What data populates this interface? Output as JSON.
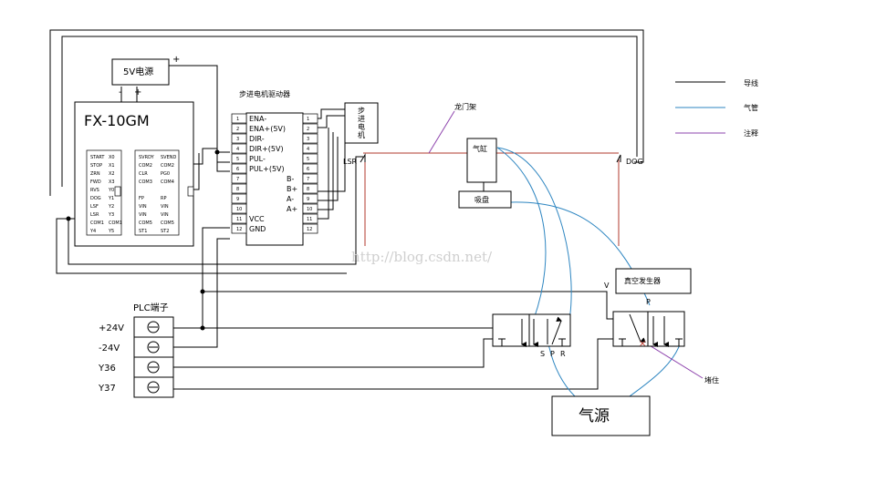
{
  "legend": {
    "wire": "导线",
    "air_pipe": "气管",
    "annotation": "注释",
    "colors": {
      "wire": "#000000",
      "air_pipe": "#2e86c1",
      "annotation": "#8e44ad",
      "gantry": "#b03a2e"
    }
  },
  "power_supply": {
    "label": "5V电源",
    "plus": "+",
    "minus": "-",
    "plus2": "+"
  },
  "plc": {
    "title": "FX-10GM",
    "left_pins": [
      [
        "START",
        "X0"
      ],
      [
        "STOP",
        "X1"
      ],
      [
        "ZRN",
        "X2"
      ],
      [
        "FWD",
        "X3"
      ],
      [
        "RVS",
        "Y0"
      ],
      [
        "DOG",
        "Y1"
      ],
      [
        "LSF",
        "Y2"
      ],
      [
        "LSR",
        "Y3"
      ],
      [
        "COM1",
        "COM1"
      ],
      [
        "Y4",
        "Y5"
      ]
    ],
    "right_pins": [
      [
        "SVRDY",
        "SVEND"
      ],
      [
        "COM2",
        "COM2"
      ],
      [
        "CLR",
        "PG0"
      ],
      [
        "COM3",
        "COM4"
      ],
      [
        "",
        ""
      ],
      [
        "FP",
        "RP"
      ],
      [
        "VIN",
        "VIN"
      ],
      [
        "VIN",
        "VIN"
      ],
      [
        "COM5",
        "COM5"
      ],
      [
        "ST1",
        "ST2"
      ]
    ]
  },
  "driver": {
    "title": "步进电机驱动器",
    "left_labels": [
      "ENA-",
      "ENA+(5V)",
      "DIR-",
      "DIR+(5V)",
      "PUL-",
      "PUL+(5V)",
      "",
      "",
      "",
      "",
      "VCC",
      "GND"
    ],
    "right_labels": [
      "",
      "",
      "",
      "",
      "",
      "",
      "B-",
      "B+",
      "A-",
      "A+",
      "",
      ""
    ],
    "pin_numbers": [
      "1",
      "2",
      "3",
      "4",
      "5",
      "6",
      "7",
      "8",
      "9",
      "10",
      "11",
      "12"
    ]
  },
  "motor": {
    "chars": [
      "步",
      "进",
      "电",
      "机"
    ]
  },
  "gantry": {
    "label": "龙门架",
    "lsr": "LSR",
    "dog": "DOG"
  },
  "cylinder": {
    "label": "气缸"
  },
  "sucker": {
    "label": "吸盘"
  },
  "vacuum": {
    "label": "真空发生器",
    "v": "V",
    "p": "P"
  },
  "valve1": {
    "ports": [
      "S",
      "P",
      "R"
    ]
  },
  "air_source": {
    "label": "气源"
  },
  "blocked": {
    "label": "堵住"
  },
  "terminal": {
    "title": "PLC端子",
    "labels": [
      "+24V",
      "-24V",
      "Y36",
      "Y37"
    ]
  },
  "watermark": "http://blog.csdn.net/"
}
